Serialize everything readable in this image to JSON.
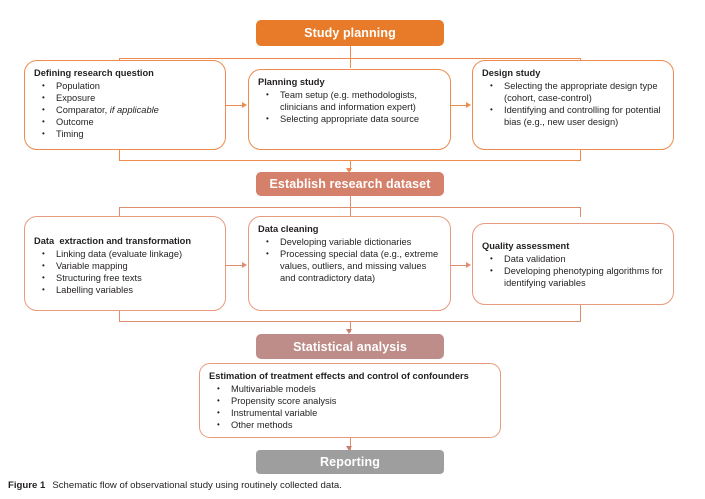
{
  "figure": {
    "caption_label": "Figure 1",
    "caption_text": "Schematic flow of observational study using routinely collected data."
  },
  "colors": {
    "stage_study_planning": "#E87B29",
    "stage_establish_dataset": "#D4806A",
    "stage_statistical_analysis": "#BE8D89",
    "stage_reporting": "#9E9E9E",
    "connector_orange": "#ED8B4E",
    "connector_salmon": "#DE8C70",
    "box_border_orange": "#ED8B4E",
    "box_border_salmon": "#E79B7E",
    "text": "#231f20"
  },
  "stages": {
    "study_planning": "Study planning",
    "establish_dataset": "Establish research dataset",
    "statistical_analysis": "Statistical analysis",
    "reporting": "Reporting"
  },
  "boxes": {
    "defining_research_question": {
      "title": "Defining research question",
      "items": [
        {
          "text": "Population"
        },
        {
          "text": "Exposure"
        },
        {
          "text": "Comparator, ",
          "italic": "if applicable"
        },
        {
          "text": "Outcome"
        },
        {
          "text": "Timing"
        }
      ]
    },
    "planning_study": {
      "title": "Planning study",
      "items": [
        {
          "text": "Team setup (e.g.  methodologists, clinicians and information expert)"
        },
        {
          "text": "Selecting appropriate data source"
        }
      ]
    },
    "design_study": {
      "title": "Design study",
      "items": [
        {
          "text": "Selecting the appropriate design type (cohort, case-control)"
        },
        {
          "text": "Identifying and controlling for potential bias (e.g., new user design)"
        }
      ]
    },
    "data_extraction": {
      "title": "Data  extraction and transformation",
      "items": [
        {
          "text": "Linking data (evaluate linkage)"
        },
        {
          "text": "Variable mapping"
        },
        {
          "text": "Structuring free texts"
        },
        {
          "text": "Labelling variables"
        }
      ]
    },
    "data_cleaning": {
      "title": "Data cleaning",
      "items": [
        {
          "text": "Developing variable dictionaries"
        },
        {
          "text": "Processing special data (e.g., extreme values, outliers, and missing values and contradictory data)"
        }
      ]
    },
    "quality_assessment": {
      "title": "Quality assessment",
      "items": [
        {
          "text": "Data validation"
        },
        {
          "text": "Developing phenotyping algorithms for identifying variables"
        }
      ]
    },
    "estimation": {
      "title": "Estimation of treatment effects and control of confounders",
      "items": [
        {
          "text": "Multivariable models"
        },
        {
          "text": "Propensity score analysis"
        },
        {
          "text": "Instrumental variable"
        },
        {
          "text": "Other methods"
        }
      ]
    }
  }
}
